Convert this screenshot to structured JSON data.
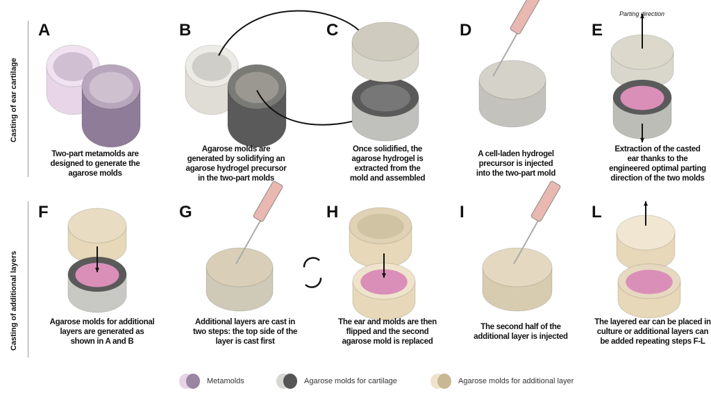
{
  "rows": [
    {
      "label": "Casting of ear cartilage"
    },
    {
      "label": "Casting of additional layers"
    }
  ],
  "panels_top": [
    {
      "letter": "A",
      "caption": [
        "Two-part metamolds are",
        "designed to generate the",
        "agarose molds"
      ]
    },
    {
      "letter": "B",
      "caption": [
        "Agarose molds are",
        "generated by solidifying an",
        "agarose hydrogel precursor",
        "in the two-part molds"
      ]
    },
    {
      "letter": "C",
      "caption": [
        "Once solidified, the",
        "agarose hydrogel is",
        "extracted from the",
        "mold and assembled"
      ]
    },
    {
      "letter": "D",
      "caption": [
        "A cell-laden hydrogel",
        "precursor is injected",
        "into the two-part mold"
      ]
    },
    {
      "letter": "E",
      "caption": [
        "Extraction of the casted",
        "ear thanks to the",
        "engineered optimal parting",
        "direction of the two molds"
      ]
    }
  ],
  "panels_bottom": [
    {
      "letter": "F",
      "caption": [
        "Agarose molds for additional",
        "layers are generated as",
        "shown in A and B"
      ]
    },
    {
      "letter": "G",
      "caption": [
        "Additional layers are cast in",
        "two steps: the top side of the",
        "layer is cast first"
      ]
    },
    {
      "letter": "H",
      "caption": [
        "The ear and molds are then",
        "flipped and the second",
        "agarose mold is replaced"
      ]
    },
    {
      "letter": "I",
      "caption": [
        "The second half of the",
        "additional layer is injected"
      ]
    },
    {
      "letter": "L",
      "caption": [
        "The layered ear can be placed in",
        "culture or additional layers can",
        "be added repeating steps F-L"
      ]
    }
  ],
  "parting_label": "Parting direction",
  "legend": [
    {
      "label": "Metamolds",
      "colors": [
        "#e6d3e6",
        "#9a86a0"
      ]
    },
    {
      "label": "Agarose molds for cartilage",
      "colors": [
        "#d6d6d2",
        "#555555"
      ]
    },
    {
      "label": "Agarose molds for additional layer",
      "colors": [
        "#efe3cc",
        "#c9b894"
      ]
    }
  ],
  "colors": {
    "metamold_light": "#e8d6e8",
    "metamold_dark": "#8f7c98",
    "cartilage_light": "#d9d6cc",
    "cartilage_dark": "#5a5a5a",
    "layer": "#e6d8b8",
    "ear": "#d98fb8",
    "syringe": "#e9b8b0"
  }
}
